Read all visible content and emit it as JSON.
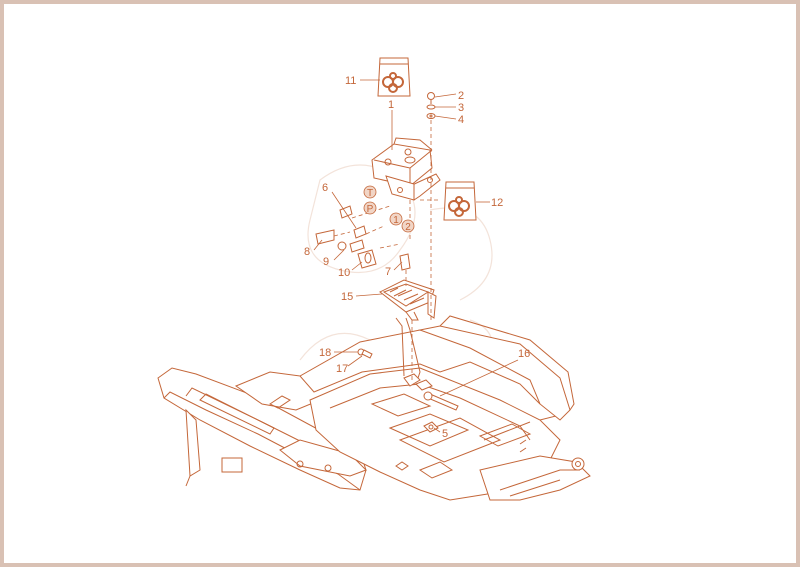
{
  "diagram": {
    "callouts": [
      {
        "id": "11",
        "text": "11"
      },
      {
        "id": "2",
        "text": "2"
      },
      {
        "id": "3",
        "text": "3"
      },
      {
        "id": "4",
        "text": "4"
      },
      {
        "id": "1",
        "text": "1"
      },
      {
        "id": "12",
        "text": "12"
      },
      {
        "id": "6",
        "text": "6"
      },
      {
        "id": "8",
        "text": "8"
      },
      {
        "id": "9",
        "text": "9"
      },
      {
        "id": "10",
        "text": "10"
      },
      {
        "id": "7",
        "text": "7"
      },
      {
        "id": "15",
        "text": "15"
      },
      {
        "id": "16",
        "text": "16"
      },
      {
        "id": "18",
        "text": "18"
      },
      {
        "id": "17",
        "text": "17"
      },
      {
        "id": "5",
        "text": "5"
      }
    ],
    "markers": [
      {
        "id": "t",
        "text": "T"
      },
      {
        "id": "p",
        "text": "P"
      },
      {
        "id": "m1",
        "text": "1"
      },
      {
        "id": "m2",
        "text": "2"
      }
    ],
    "line_color": "#c4673a",
    "marker_fill": "#f1d5c6",
    "frame_color": "#d9c1b4"
  }
}
